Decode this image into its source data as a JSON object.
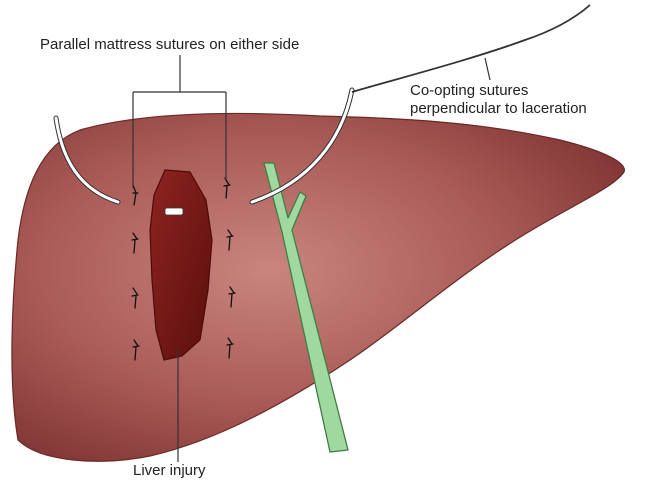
{
  "labels": {
    "parallel_sutures": "Parallel mattress sutures on either side",
    "coopting_line1": "Co-opting sutures",
    "coopting_line2": "perpendicular to laceration",
    "liver_injury": "Liver injury"
  },
  "colors": {
    "liver_light": "#b9716d",
    "liver_mid": "#9c4e4b",
    "liver_dark": "#6e2a29",
    "laceration": "#7f1d1a",
    "laceration_dark": "#5a0f0d",
    "vessel": "#9fd9a0",
    "vessel_outline": "#3f7d45",
    "leader_line": "#333333",
    "suture": "#111111",
    "needle": "#ffffff"
  }
}
